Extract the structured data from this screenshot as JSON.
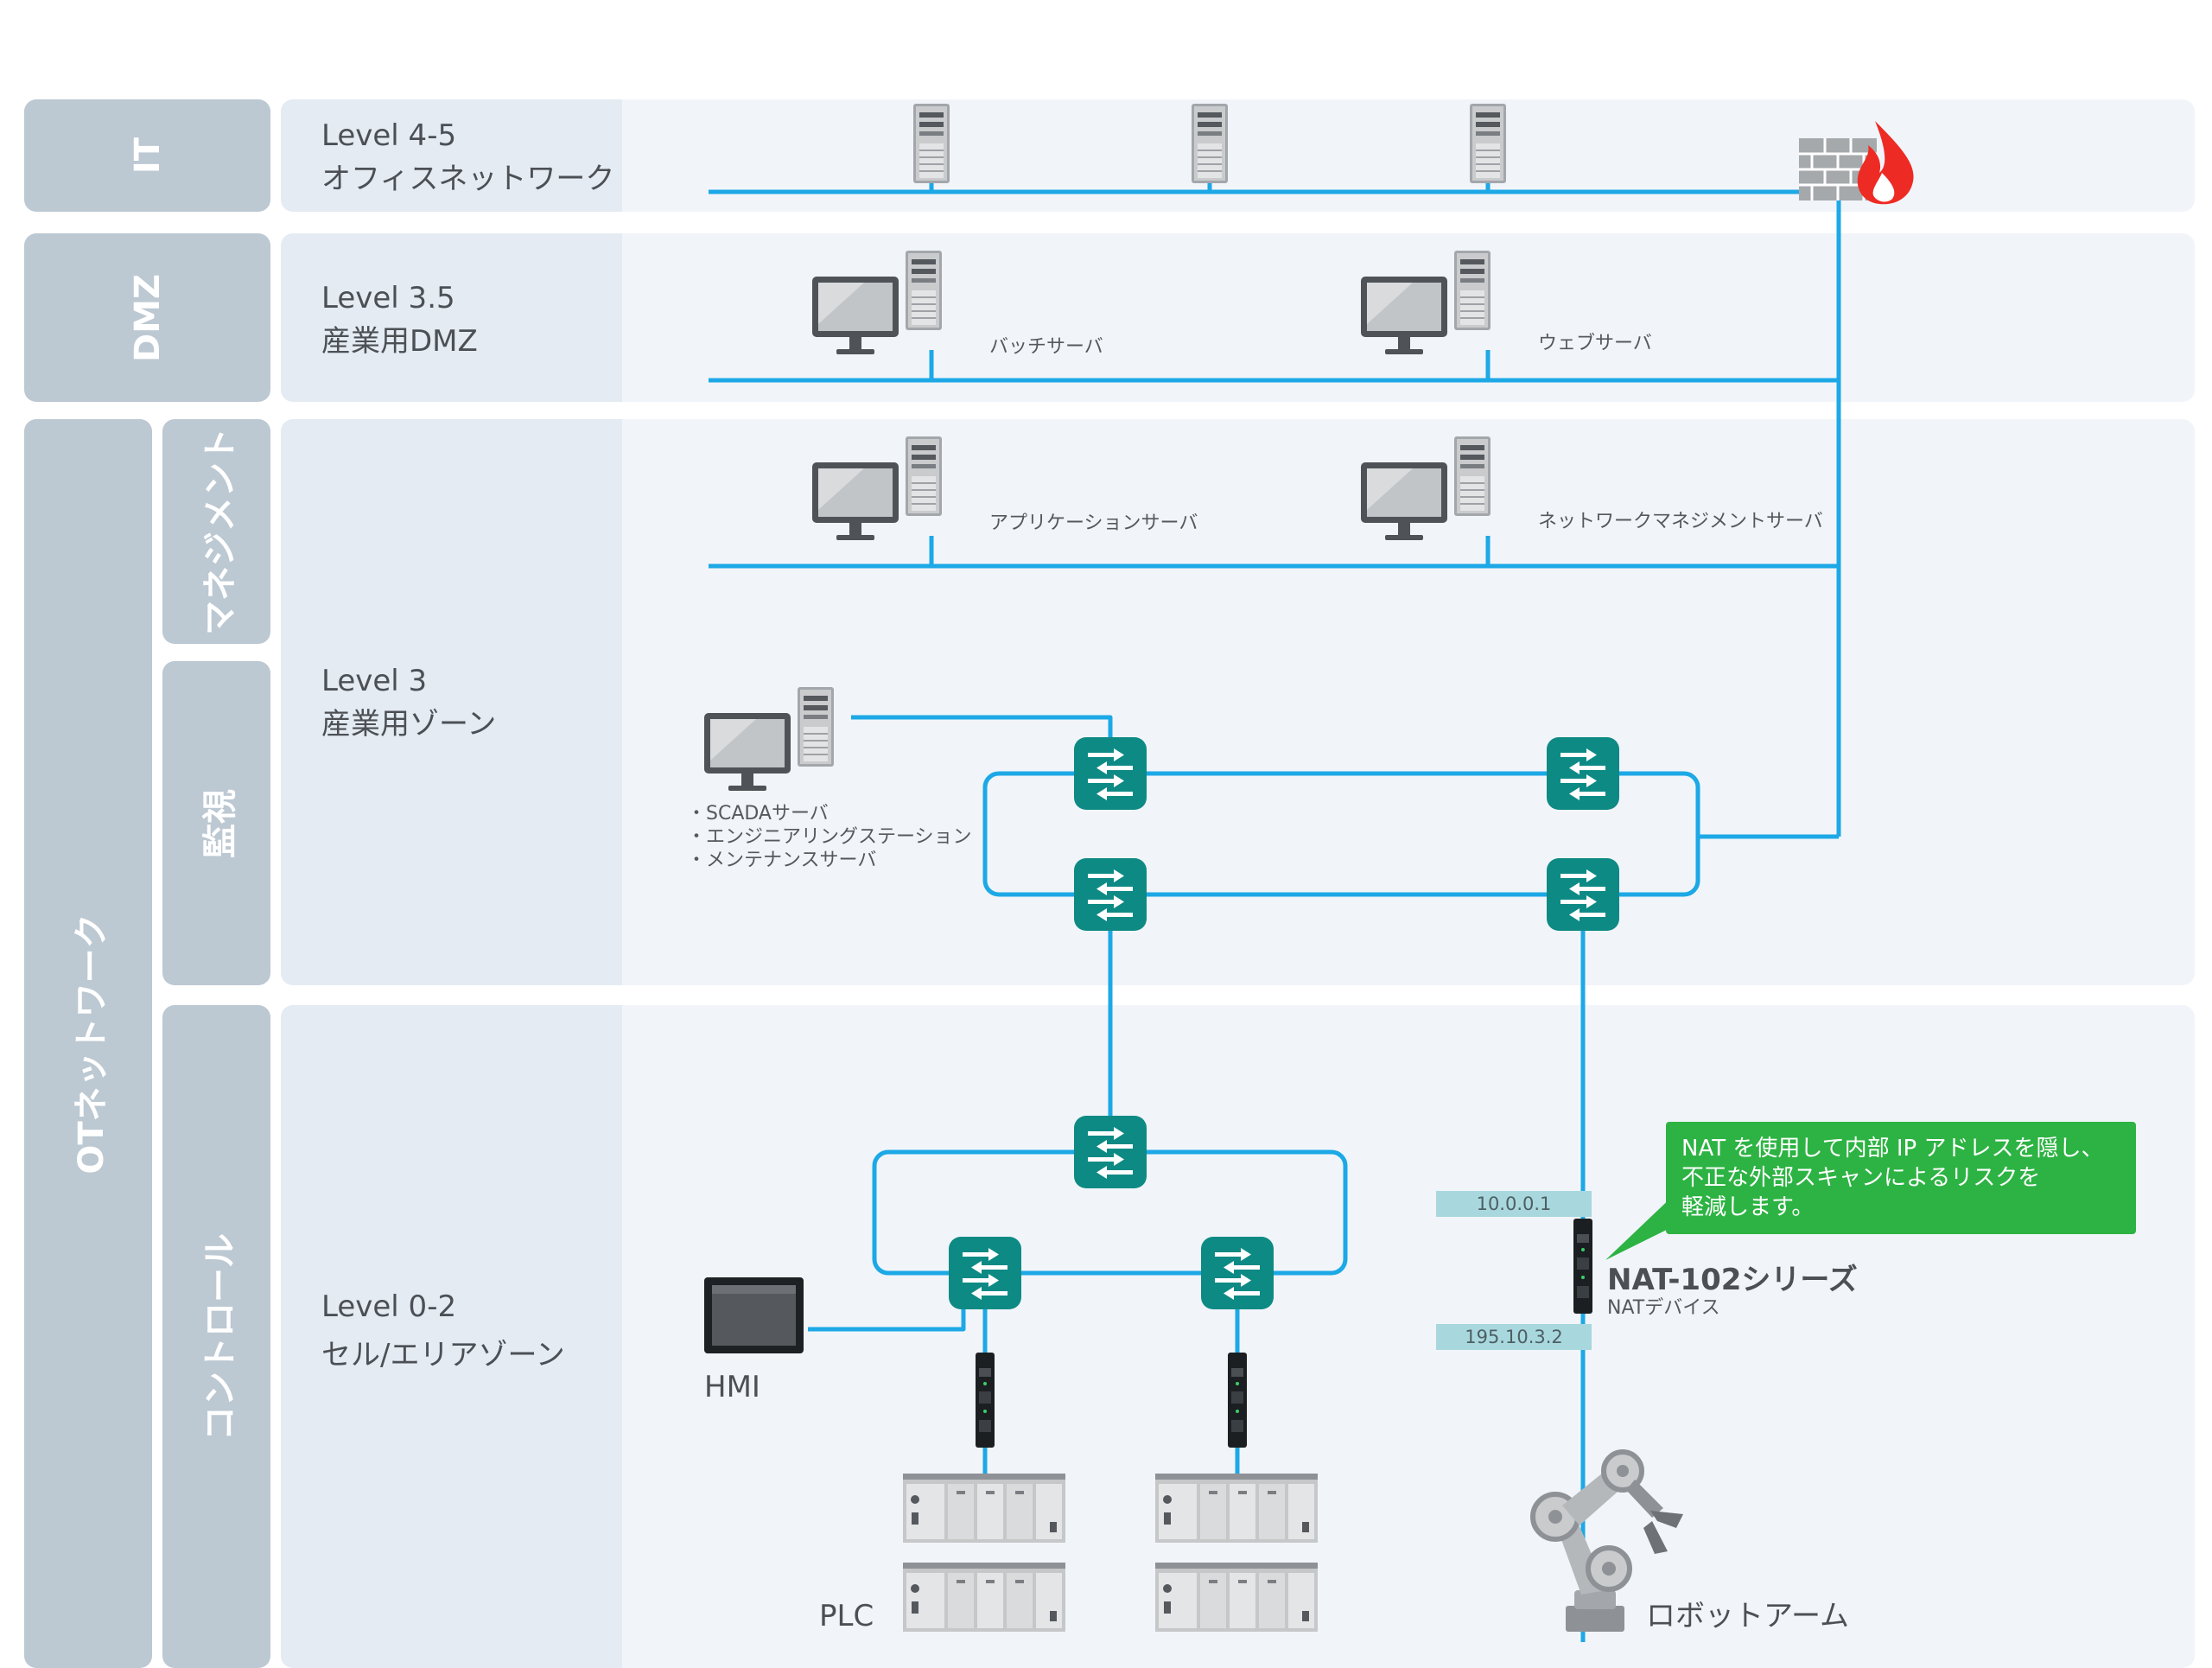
{
  "categories": {
    "it": "IT",
    "dmz": "DMZ",
    "ot": "OTネットワーク",
    "management": "マネジメント",
    "monitoring": "監視",
    "control": "コントロール"
  },
  "levels": {
    "l45": {
      "level": "Level 4-5",
      "name": "オフィスネットワーク"
    },
    "l35": {
      "level": "Level 3.5",
      "name": "産業用DMZ"
    },
    "l3": {
      "level": "Level 3",
      "name": "産業用ゾーン"
    },
    "l02": {
      "level": "Level 0-2",
      "name": "セル/エリアゾーン"
    }
  },
  "devices": {
    "batch_server": "バッチサーバ",
    "web_server": "ウェブサーバ",
    "app_server": "アプリケーションサーバ",
    "nms_server": "ネットワークマネジメントサーバ",
    "scada_list": [
      "・SCADAサーバ",
      "・エンジニアリングステーション",
      "・メンテナンスサーバ"
    ],
    "hmi": "HMI",
    "plc": "PLC",
    "robot": "ロボットアーム",
    "nat_title": "NAT-102シリーズ",
    "nat_sub": "NATデバイス"
  },
  "ips": {
    "inner": "10.0.0.1",
    "outer": "195.10.3.2"
  },
  "callout": {
    "lines": [
      "NAT を使用して内部 IP アドレスを隠し、",
      "不正な外部スキャンによるリスクを",
      "軽減します。"
    ]
  },
  "colors": {
    "link": "#1da8e6",
    "switch": "#0e8a85",
    "category": "#bcc8d2",
    "panel": "#f1f5f9",
    "callout": "#2db343",
    "firewall_flame": "#ee2a24"
  }
}
